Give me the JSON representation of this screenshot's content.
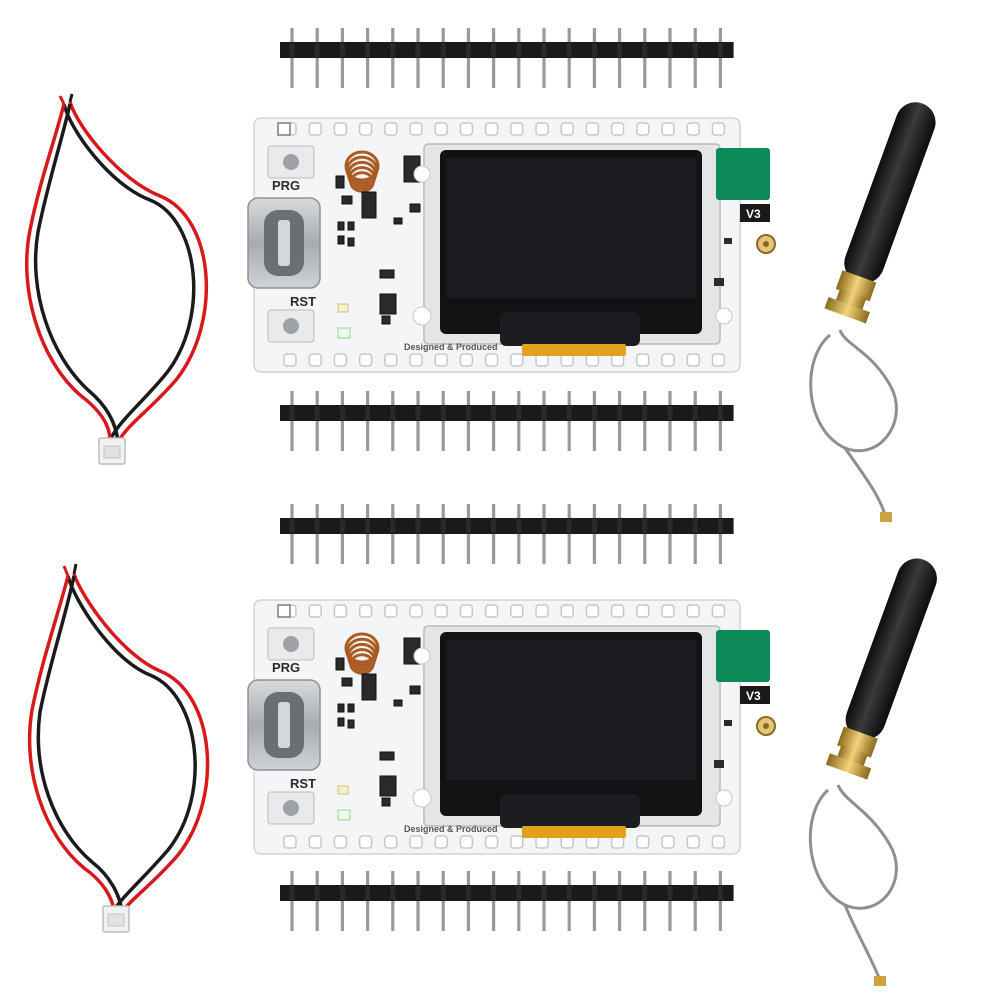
{
  "labels": {
    "prg": "PRG",
    "rst": "RST",
    "version": "V3",
    "silkscreen": "Designed & Produced"
  },
  "counts": {
    "header_pins": 18,
    "edge_holes": 18
  },
  "colors": {
    "background": "#ffffff",
    "pcb": "#f4f5f6",
    "screen": "#111214",
    "header_plastic": "#1a1a1a",
    "pin": "#9a9a9a",
    "wire_red": "#d7191c",
    "wire_black": "#1b1b1b",
    "antenna_body": "#1c1c1c",
    "antenna_sma": "#c9a43c",
    "coax": "#8f8f8f",
    "coil": "#c97b3c",
    "green_module": "#0e8a5a",
    "usb_c": "#b9bcbf"
  }
}
